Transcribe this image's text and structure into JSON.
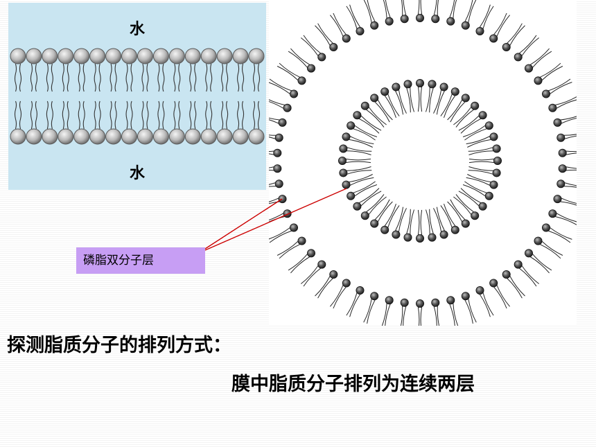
{
  "diagram": {
    "water_top_label": "水",
    "water_bottom_label": "水",
    "callout_label": "磷脂双分子层",
    "callout_line_color": "#cc0000",
    "callout_bg_color": "#c79ef4",
    "water_color": "#c9e5f1",
    "flat_bilayer_heads_per_row": 16,
    "vesicle_outer_heads": 58,
    "vesicle_inner_heads": 40
  },
  "text": {
    "heading": "探测脂质分子的排列方式：",
    "conclusion": "膜中脂质分子排列为连续两层"
  }
}
